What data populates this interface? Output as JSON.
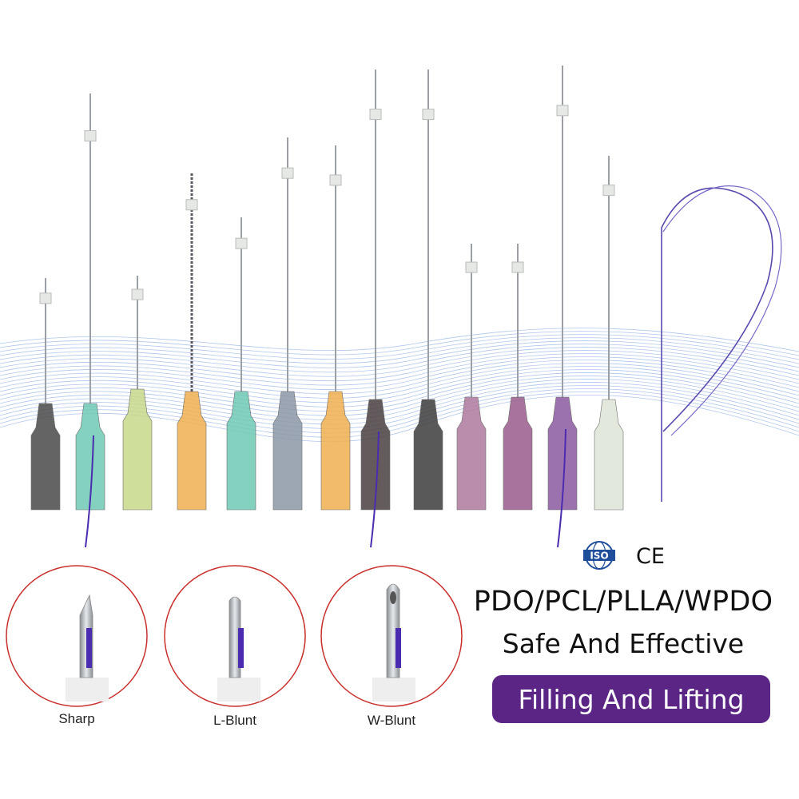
{
  "certifications": {
    "iso_text": "ISO",
    "ce_text": "CE"
  },
  "headline": {
    "materials": "PDO/PCL/PLLA/WPDO",
    "claim": "Safe And Effective",
    "usage": "Filling And Lifting"
  },
  "tip_types": [
    {
      "label": "Sharp"
    },
    {
      "label": "L-Blunt"
    },
    {
      "label": "W-Blunt"
    }
  ],
  "colors": {
    "accent_purple": "#5a2585",
    "thread_purple": "#4b2bb0",
    "circle_red": "#c9302c",
    "wave_blue": "#6e98df"
  }
}
